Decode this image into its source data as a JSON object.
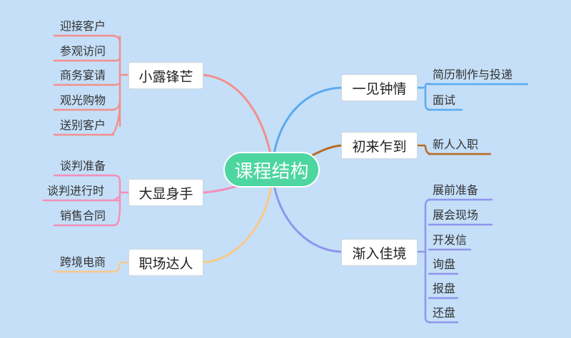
{
  "center": "课程结构",
  "branches": {
    "xiaolu": {
      "label": "小露锋芒",
      "color": "#f2908c",
      "leaves": [
        "迎接客户",
        "参观访问",
        "商务宴请",
        "观光购物",
        "送别客户"
      ]
    },
    "daxian": {
      "label": "大显身手",
      "color": "#f48fb8",
      "leaves": [
        "谈判准备",
        "谈判进行时",
        "销售合同"
      ]
    },
    "zhichang": {
      "label": "职场达人",
      "color": "#f8c98a",
      "leaves": [
        "跨境电商"
      ]
    },
    "yijian": {
      "label": "一见钟情",
      "color": "#5aaaf0",
      "leaves": [
        "简历制作与投递",
        "面试"
      ]
    },
    "chulai": {
      "label": "初来乍到",
      "color": "#b86a22",
      "leaves": [
        "新人入职"
      ]
    },
    "jianru": {
      "label": "渐入佳境",
      "color": "#8f95ec",
      "leaves": [
        "展前准备",
        "展会现场",
        "开发信",
        "询盘",
        "报盘",
        "还盘"
      ]
    }
  }
}
